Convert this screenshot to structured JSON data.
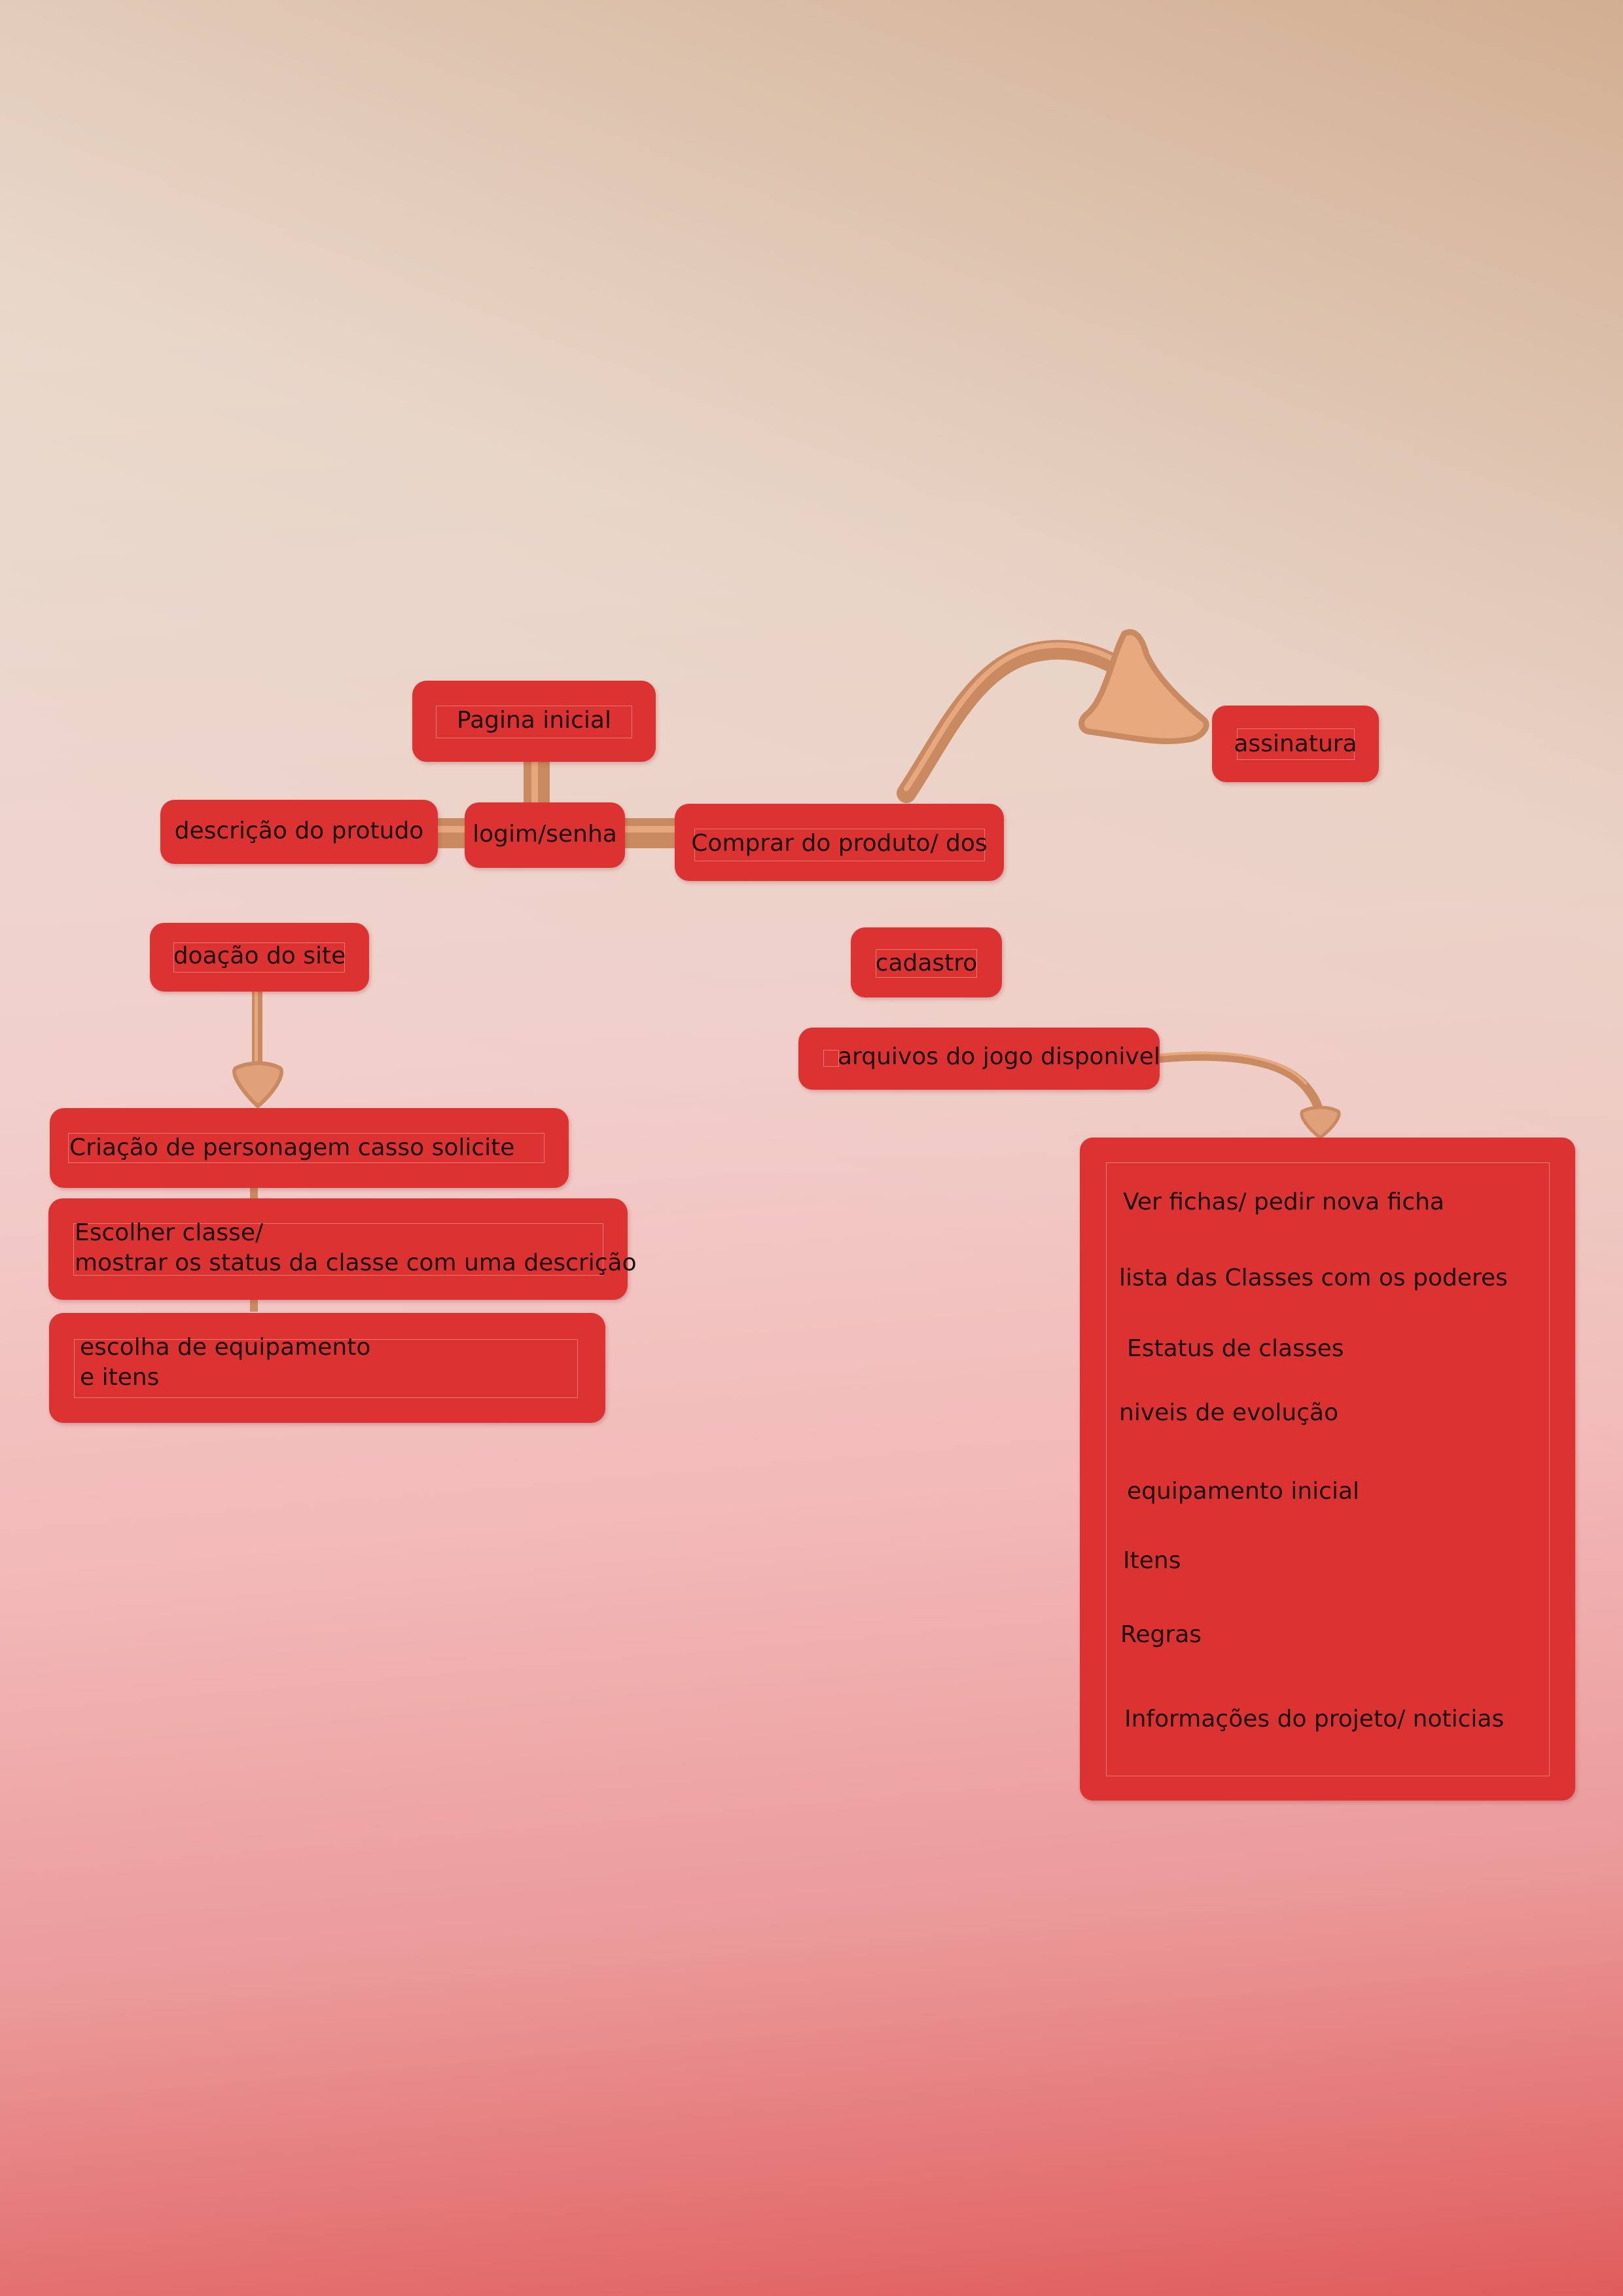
{
  "colors": {
    "node_fill": "#dd3232",
    "connector": "#c98a62",
    "connector_highlight": "#e8a87e",
    "arrow_head": "#e9a97f"
  },
  "nodes": {
    "pagina_inicial": "Pagina inicial",
    "login": "logim/senha",
    "descricao": "descrição do protudo",
    "comprar": "Comprar do produto/ dos",
    "assinatura": "assinatura",
    "doacao": "doação do site",
    "cadastro": "cadastro",
    "arquivos": "arquivos do jogo disponivel",
    "criacao": "Criação de personagem casso solicite",
    "escolher_classe": "Escolher classe/\nmostrar os status da classe com uma descrição",
    "equipamento": "escolha de equipamento\ne itens"
  },
  "arquivos_list": [
    "Ver fichas/ pedir nova ficha",
    "lista das Classes com os poderes",
    "Estatus de classes",
    "niveis de evolução",
    "equipamento inicial",
    "Itens",
    "Regras",
    "Informações do projeto/ noticias"
  ]
}
